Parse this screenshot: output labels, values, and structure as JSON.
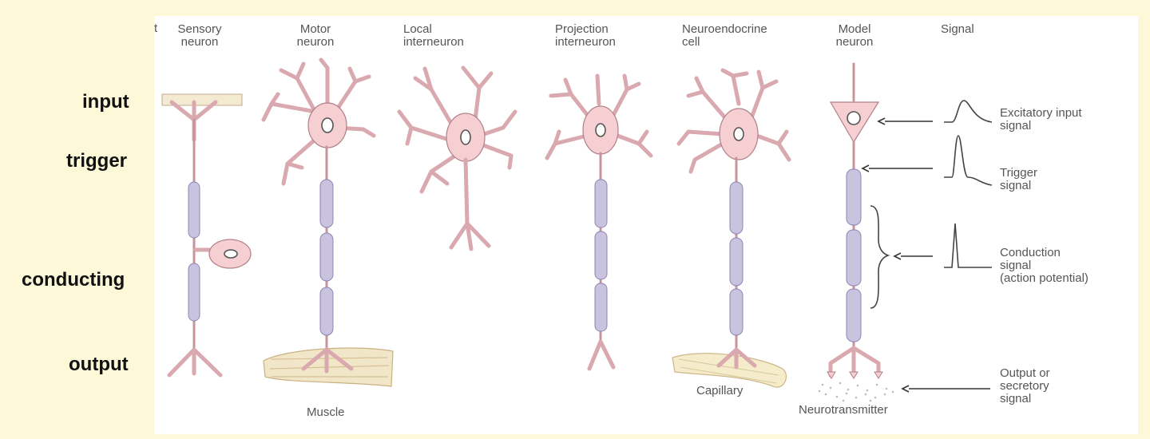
{
  "stages": {
    "input": "input",
    "trigger": "trigger",
    "conducting": "conducting",
    "output": "output"
  },
  "column_headers": {
    "truncated": "t",
    "sensory": "Sensory\nneuron",
    "motor": "Motor\nneuron",
    "local": "Local\ninterneuron",
    "projection": "Projection\ninterneuron",
    "neuroendocrine": "Neuroendocrine\ncell",
    "model": "Model\nneuron",
    "signal": "Signal"
  },
  "target_labels": {
    "muscle": "Muscle",
    "capillary": "Capillary",
    "neurotransmitter": "Neurotransmitter"
  },
  "signal_labels": {
    "excitatory": "Excitatory input\nsignal",
    "trigger": "Trigger\nsignal",
    "conduction": "Conduction\nsignal\n(action potential)",
    "output": "Output or\nsecretory\nsignal"
  },
  "colors": {
    "background": "#fdf9d8",
    "soma": "#f6cfd2",
    "myelin": "#c9c3e0"
  }
}
